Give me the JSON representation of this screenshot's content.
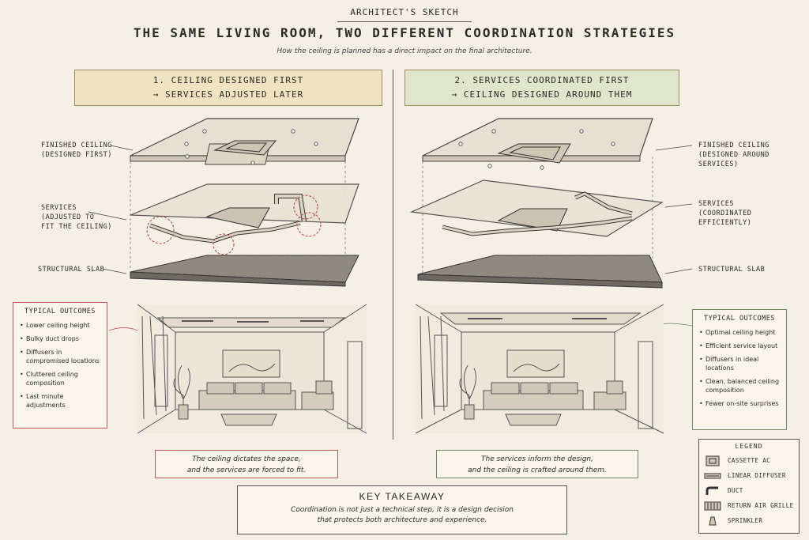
{
  "header": {
    "tag": "ARCHITECT'S SKETCH",
    "title": "THE SAME LIVING ROOM, TWO DIFFERENT COORDINATION STRATEGIES",
    "subtitle": "How the ceiling is planned has a direct impact on the final architecture."
  },
  "left": {
    "heading_line1": "1. CEILING DESIGNED FIRST",
    "heading_line2": "→ SERVICES ADJUSTED LATER",
    "label_ceiling_1": "FINISHED CEILING",
    "label_ceiling_2": "(DESIGNED FIRST)",
    "label_services_1": "SERVICES",
    "label_services_2": "(ADJUSTED TO",
    "label_services_3": "FIT THE CEILING)",
    "label_slab": "STRUCTURAL SLAB",
    "outcomes_title": "TYPICAL OUTCOMES",
    "outcomes": [
      "Lower ceiling height",
      "Bulky duct drops",
      "Diffusers in compromised locations",
      "Cluttered ceiling composition",
      "Last minute adjustments"
    ],
    "quote_line1": "The ceiling dictates the space,",
    "quote_line2": "and the services are forced to fit."
  },
  "right": {
    "heading_line1": "2. SERVICES COORDINATED FIRST",
    "heading_line2": "→ CEILING DESIGNED AROUND THEM",
    "label_ceiling_1": "FINISHED CEILING",
    "label_ceiling_2": "(DESIGNED AROUND",
    "label_ceiling_3": "SERVICES)",
    "label_services_1": "SERVICES",
    "label_services_2": "(COORDINATED",
    "label_services_3": "EFFICIENTLY)",
    "label_slab": "STRUCTURAL SLAB",
    "outcomes_title": "TYPICAL OUTCOMES",
    "outcomes": [
      "Optimal ceiling height",
      "Efficient service layout",
      "Diffusers in ideal locations",
      "Clean, balanced ceiling composition",
      "Fewer on-site surprises"
    ],
    "quote_line1": "The services inform the design,",
    "quote_line2": "and the ceiling is crafted around them."
  },
  "takeaway": {
    "title": "KEY TAKEAWAY",
    "line1": "Coordination is not just a technical step, it is a design decision",
    "line2": "that protects both architecture and experience."
  },
  "legend": {
    "title": "LEGEND",
    "items": [
      "CASSETTE AC",
      "LINEAR DIFFUSER",
      "DUCT",
      "RETURN AIR GRILLE",
      "SPRINKLER"
    ]
  },
  "colors": {
    "problem": "#c0565a",
    "good": "#6a8a5f"
  }
}
